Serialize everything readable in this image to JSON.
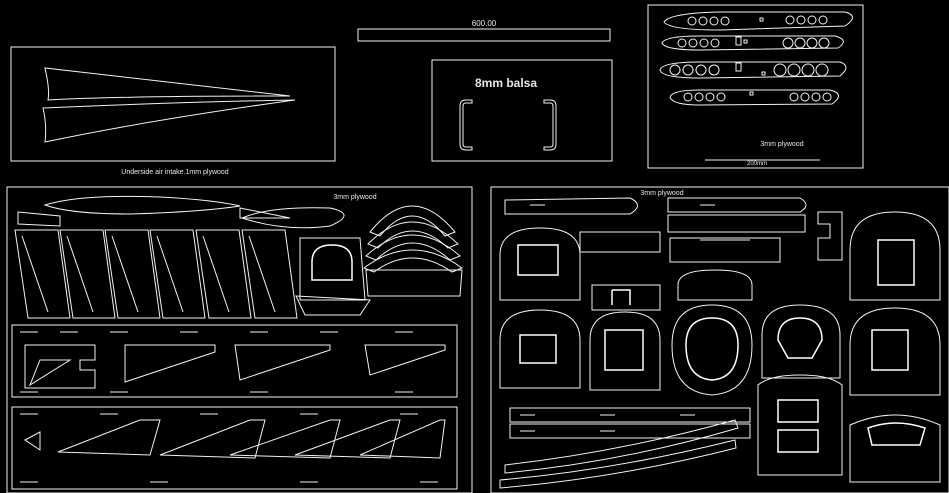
{
  "panels": {
    "intake": {
      "caption": "Underside air intake.1mm plywood"
    },
    "dimension": {
      "value": "600.00"
    },
    "balsa": {
      "label": "8mm balsa"
    },
    "spars": {
      "label": "3mm plywood",
      "scale": "200mm"
    },
    "sheet_left": {
      "title": "3mm plywood"
    },
    "sheet_right": {
      "title": "3mm plywood"
    }
  },
  "colors": {
    "background": "#000000",
    "lines": "#ffffff"
  }
}
